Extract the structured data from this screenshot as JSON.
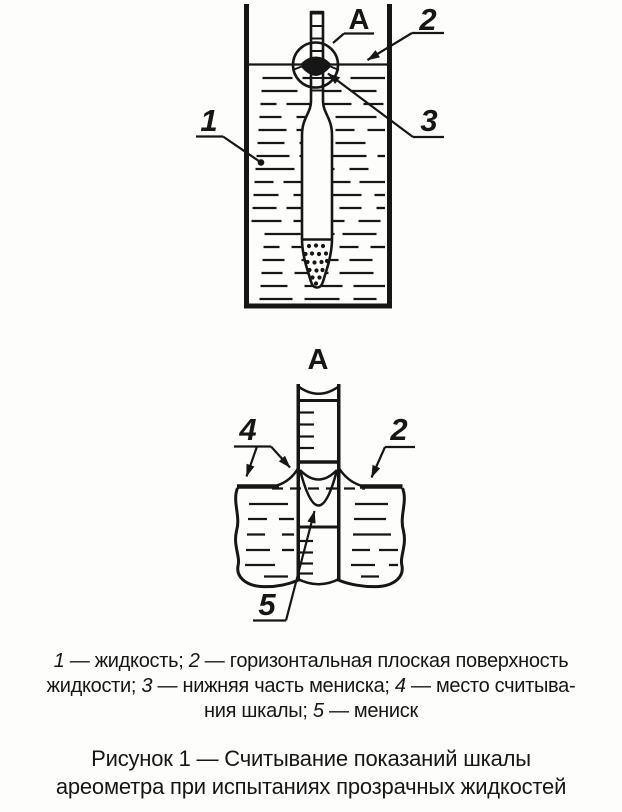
{
  "colors": {
    "ink": "#161616",
    "paper": "#fdfdfc"
  },
  "figure_top": {
    "view_label": "А",
    "callout_liquid": "1",
    "callout_surface": "2",
    "callout_meniscus_bottom": "3"
  },
  "figure_detail": {
    "view_label": "А",
    "callout_surface": "2",
    "callout_reading": "4",
    "callout_meniscus": "5"
  },
  "legend": {
    "lines": [
      [
        {
          "n": "1"
        },
        {
          "t": " — жидкость;  "
        },
        {
          "n": "2"
        },
        {
          "t": " — горизонтальная плоская поверхность"
        }
      ],
      [
        {
          "t": "жидкости; "
        },
        {
          "n": "3"
        },
        {
          "t": " — нижняя часть мениска; "
        },
        {
          "n": "4"
        },
        {
          "t": " — место считыва-"
        }
      ],
      [
        {
          "t": "ния шкалы; "
        },
        {
          "n": "5"
        },
        {
          "t": " — мениск"
        }
      ]
    ]
  },
  "caption": {
    "line1": "Рисунок 1 — Считывание показаний шкалы",
    "line2": "ареометра при испытаниях прозрачных жидкостей"
  }
}
